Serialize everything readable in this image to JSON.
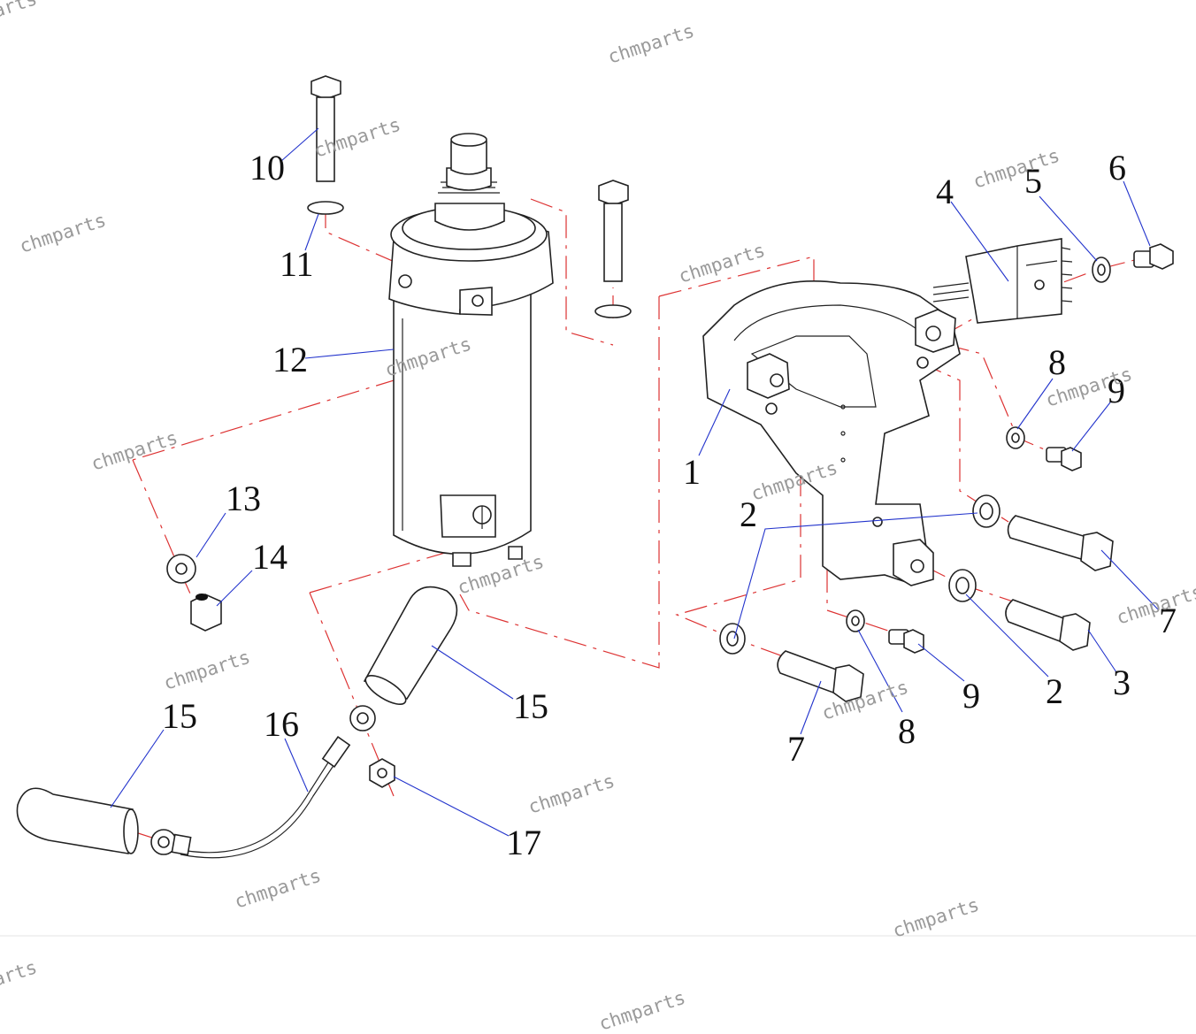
{
  "watermark_text": "chmparts",
  "watermark_fragments": {
    "top_left": "arts",
    "bottom_left": "arts"
  },
  "callouts": [
    "1",
    "2",
    "2",
    "3",
    "4",
    "5",
    "6",
    "7",
    "7",
    "8",
    "8",
    "9",
    "9",
    "10",
    "11",
    "12",
    "13",
    "14",
    "15",
    "15",
    "16",
    "17"
  ],
  "colors": {
    "leader_line": "#2233cc",
    "center_line": "#dd3333",
    "drawing_ink": "#222222",
    "watermark": "#9a9a9a"
  }
}
